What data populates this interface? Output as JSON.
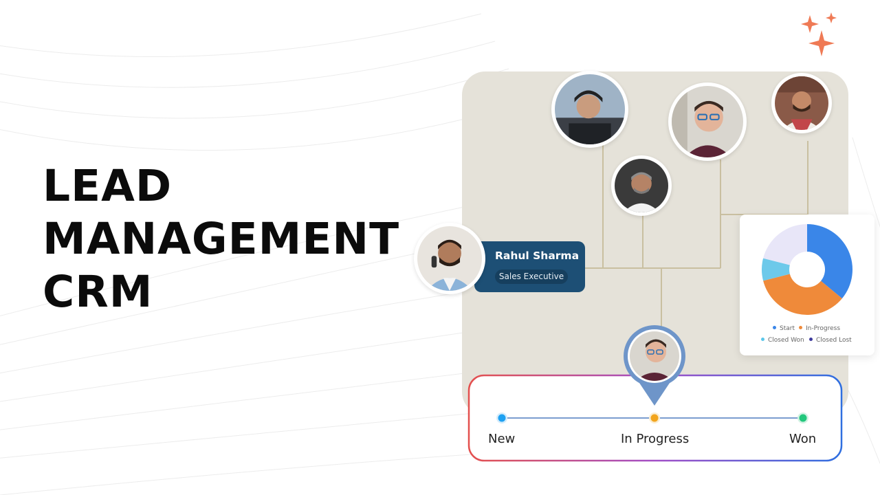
{
  "headline": {
    "line1": "LEAD",
    "line2": "MANAGEMENT",
    "line3": "CRM"
  },
  "contact_card": {
    "name": "Rahul Sharma",
    "role": "Sales Executive"
  },
  "donut_chart": {
    "legend": [
      {
        "label": "Start",
        "color": "#3a86e8"
      },
      {
        "label": "In-Progress",
        "color": "#ef8a3a"
      },
      {
        "label": "Closed Won",
        "color": "#5bc7ea"
      },
      {
        "label": "Closed Lost",
        "color": "#3d3a9c"
      }
    ],
    "segments": [
      {
        "label": "Start",
        "value": 0.36,
        "color": "#3a86e8"
      },
      {
        "label": "In-Progress",
        "value": 0.35,
        "color": "#ef8a3a"
      },
      {
        "label": "Closed Won",
        "value": 0.08,
        "color": "#6dc9ea"
      },
      {
        "label": "Closed Lost",
        "value": 0.21,
        "color": "#e8e6f8"
      }
    ]
  },
  "pipeline": {
    "stages": [
      {
        "label": "New",
        "color": "#1ea1f2"
      },
      {
        "label": "In Progress",
        "color": "#f2a51d"
      },
      {
        "label": "Won",
        "color": "#22c77c"
      }
    ],
    "current_stage": "In Progress"
  },
  "accent_colors": {
    "sparkle": "#ef7a55",
    "card": "#1d4f75",
    "panel": "#e5e2d9",
    "marker": "#6e95c9"
  }
}
